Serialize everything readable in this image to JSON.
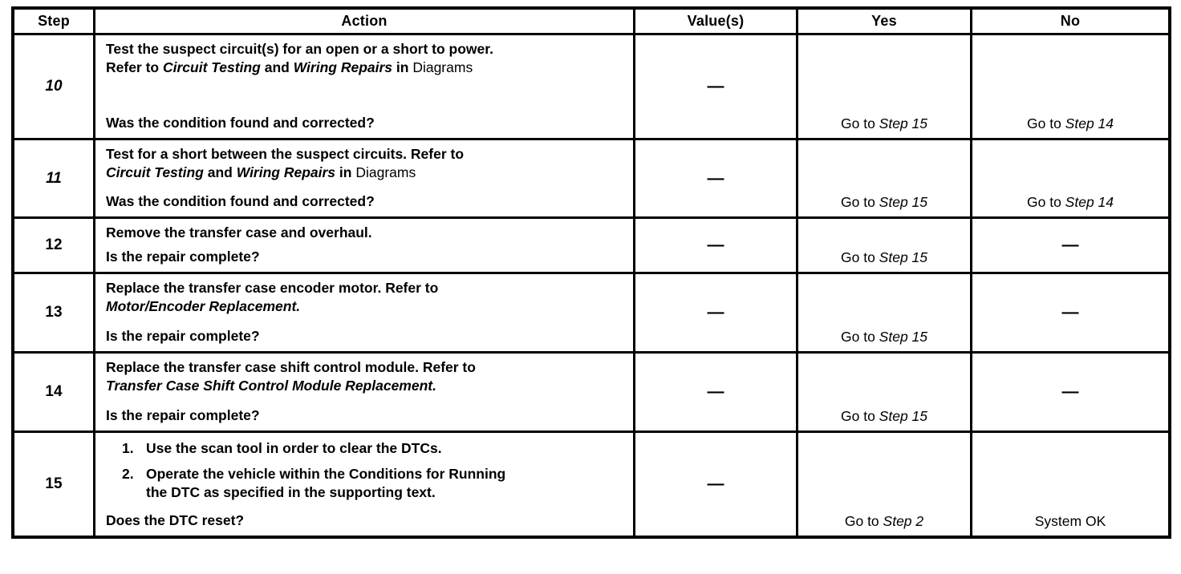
{
  "table": {
    "headers": {
      "step": "Step",
      "action": "Action",
      "values": "Value(s)",
      "yes": "Yes",
      "no": "No"
    },
    "rows": [
      {
        "step": "10",
        "line1": "Test the suspect circuit(s) for an open or a short to power.",
        "line2_pre": "Refer to ",
        "line2_ref1": "Circuit Testing",
        "line2_mid": " and ",
        "line2_ref2": "Wiring Repairs",
        "line2_in": " in ",
        "line2_plain": "Diagrams",
        "question": "Was the condition found and corrected?",
        "value": "—",
        "yes_pre": "Go to ",
        "yes_ref": "Step 15",
        "no_pre": "Go to ",
        "no_ref": "Step 14"
      },
      {
        "step": "11",
        "line1": "Test for a short between the suspect circuits. Refer to",
        "line2_ref1": "Circuit Testing",
        "line2_mid": " and ",
        "line2_ref2": "Wiring Repairs",
        "line2_in": " in ",
        "line2_plain": "Diagrams",
        "question": "Was the condition found and corrected?",
        "value": "—",
        "yes_pre": "Go to ",
        "yes_ref": "Step 15",
        "no_pre": "Go to ",
        "no_ref": "Step 14"
      },
      {
        "step": "12",
        "line1": "Remove the transfer case and overhaul.",
        "question": "Is the repair complete?",
        "value": "—",
        "yes_pre": "Go to ",
        "yes_ref": "Step 15",
        "no_dash": "—"
      },
      {
        "step": "13",
        "line1": "Replace the transfer case encoder motor. Refer to",
        "line2_ref1": "Motor/Encoder Replacement.",
        "question": "Is the repair complete?",
        "value": "—",
        "yes_pre": "Go to ",
        "yes_ref": "Step 15",
        "no_dash": "—"
      },
      {
        "step": "14",
        "line1": "Replace the transfer case shift control module. Refer to",
        "line2_ref1": "Transfer Case Shift Control Module Replacement.",
        "question": "Is the repair complete?",
        "value": "—",
        "yes_pre": "Go to ",
        "yes_ref": "Step 15",
        "no_dash": "—"
      },
      {
        "step": "15",
        "num1": "1.",
        "item1": "Use the scan tool in order to clear the DTCs.",
        "num2": "2.",
        "item2_line1": "Operate the vehicle within the Conditions for Running",
        "item2_line2": "the DTC as specified in the supporting text.",
        "question": "Does the DTC reset?",
        "value": "—",
        "yes_pre": "Go to ",
        "yes_ref": "Step 2",
        "no_text": "System OK"
      }
    ]
  }
}
